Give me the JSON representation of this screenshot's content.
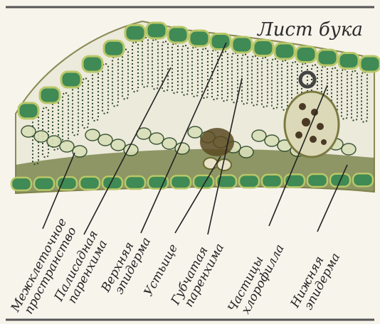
{
  "figure": {
    "title": "Лист бука",
    "colors": {
      "epidermis": "#3f8a55",
      "cell_wall": "#b9c768",
      "chlorophyll": "#2f4a2a",
      "background": "#f7f4ec",
      "vein": "#6e6a3a"
    }
  },
  "labels": [
    {
      "line1": "Межклеточное",
      "line2": "пространство"
    },
    {
      "line1": "Палисадная",
      "line2": "паренхима"
    },
    {
      "line1": "Верхняя",
      "line2": "эпидерма"
    },
    {
      "line1": "Устьице",
      "line2": ""
    },
    {
      "line1": "Губчатая",
      "line2": "паренхима"
    },
    {
      "line1": "Частицы",
      "line2": "хлорофилла"
    },
    {
      "line1": "Нижняя",
      "line2": "эпидерма"
    }
  ]
}
